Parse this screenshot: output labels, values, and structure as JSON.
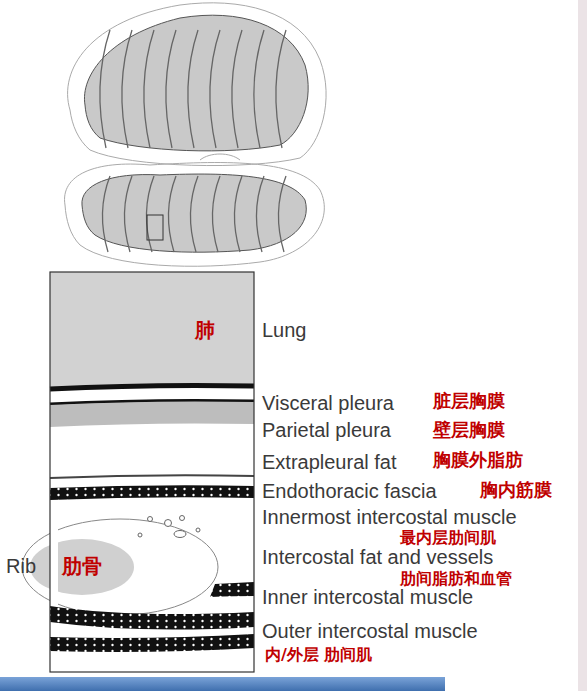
{
  "diagram": {
    "labels": [
      "肺",
      "Lung",
      "Visceral pleura",
      "脏层胸膜",
      "Parietal pleura",
      "壁层胸膜",
      "Extrapleural fat",
      "胸膜外脂肪",
      "Endothoracic fascia",
      "胸内筋膜",
      "Innermost intercostal muscle",
      "最内层肋间肌",
      "Rib",
      "肋骨",
      "Intercostal fat and vessels",
      "肋间脂肪和血管",
      "Inner intercostal muscle",
      "Outer intercostal muscle",
      "内/外层 肋间肌"
    ]
  }
}
